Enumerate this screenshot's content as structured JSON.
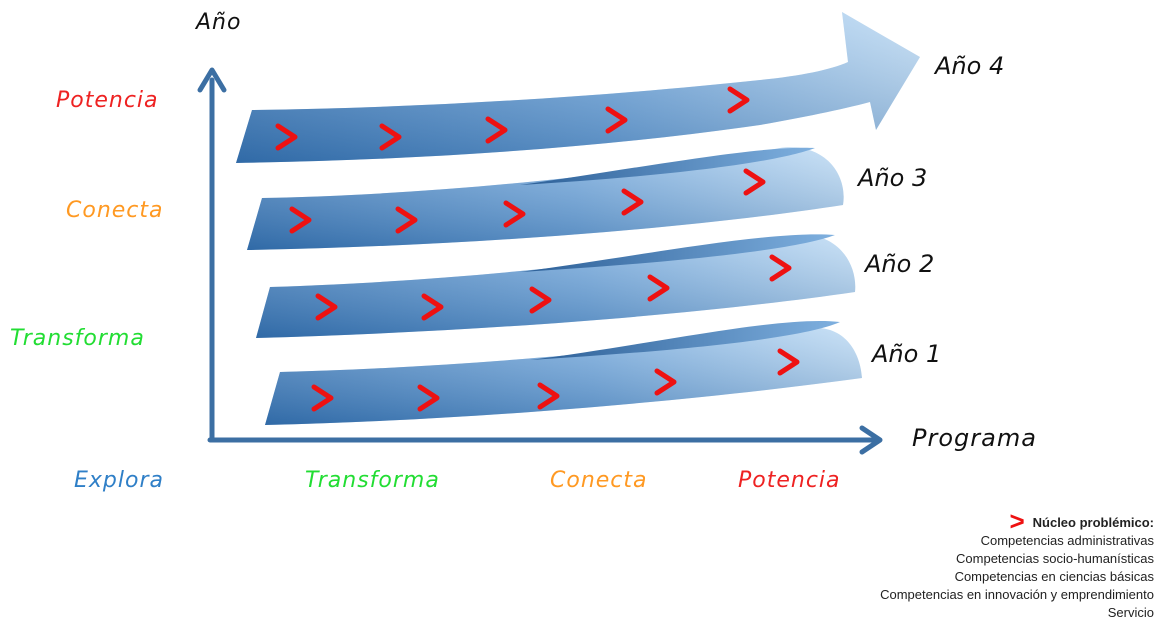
{
  "axes": {
    "y_label": "Año",
    "x_label": "Programa"
  },
  "stages": {
    "explora": "Explora",
    "transforma": "Transforma",
    "conecta": "Conecta",
    "potencia": "Potencia"
  },
  "years": [
    "Año 1",
    "Año 2",
    "Año 3",
    "Año 4"
  ],
  "legend": {
    "marker": ">",
    "title": "Núcleo problémico:",
    "items": [
      "Competencias administrativas",
      "Competencias socio-humanísticas",
      "Competencias en ciencias básicas",
      "Competencias en innovación y emprendimiento",
      "Servicio"
    ]
  },
  "colors": {
    "axis": "#3c6fa3",
    "band_light": "#a9cdef",
    "band_dark": "#2e6aa8",
    "marker": "#ee1111",
    "explora": "#2f7fc7",
    "transforma": "#22dd33",
    "conecta": "#ff9922",
    "potencia": "#ee2222"
  }
}
